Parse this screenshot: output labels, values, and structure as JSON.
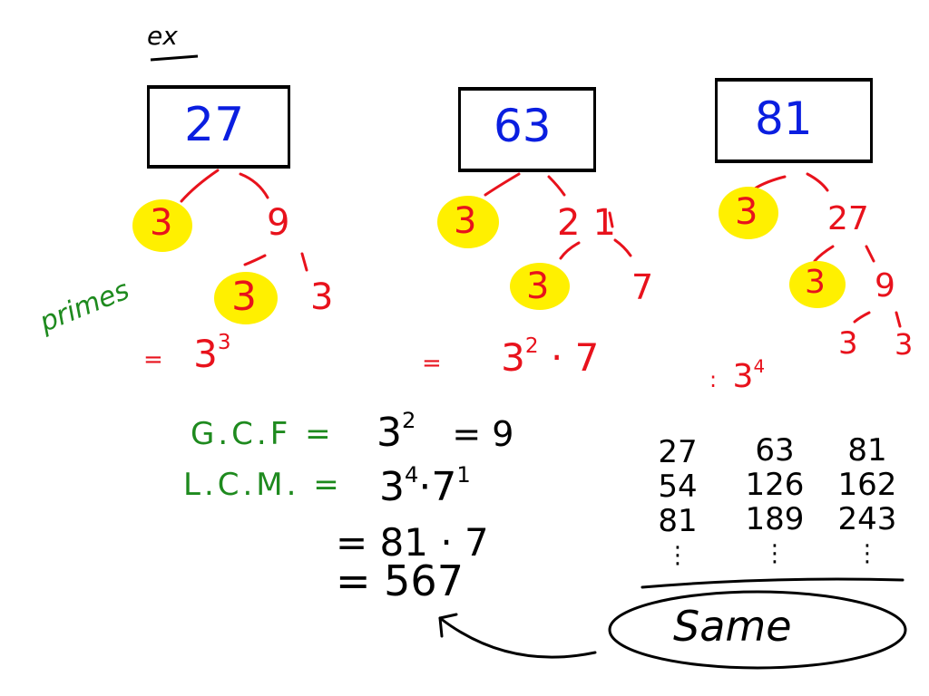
{
  "heading": "ex",
  "side_label": "primes",
  "trees": [
    {
      "root": "27",
      "nodes": [
        "3",
        "9",
        "3",
        "3"
      ],
      "result_eq": "=",
      "result_base": "3",
      "result_exp": "3"
    },
    {
      "root": "63",
      "nodes": [
        "3",
        "21",
        "3",
        "7"
      ],
      "result_eq": "=",
      "result_base": "3",
      "result_exp": "2",
      "result_rest": "· 7"
    },
    {
      "root": "81",
      "nodes": [
        "3",
        "27",
        "3",
        "9",
        "3",
        "3"
      ],
      "result_eq": ":",
      "result_base": "3",
      "result_exp": "4"
    }
  ],
  "gcf": {
    "label": "G.C.F =",
    "base": "3",
    "exp": "2",
    "rest": "= 9"
  },
  "lcm": {
    "label": "L.C.M. =",
    "base1": "3",
    "exp1": "4",
    "dot": "·",
    "base2": "7",
    "exp2": "1",
    "line2": "= 81 · 7",
    "line3": "= 567"
  },
  "multiples": {
    "columns": [
      [
        "27",
        "54",
        "81",
        "⋮"
      ],
      [
        "63",
        "126",
        "189",
        "⋮"
      ],
      [
        "81",
        "162",
        "243",
        "⋮"
      ]
    ],
    "oval_label": "Same"
  },
  "colors": {
    "root_numbers": "#0a1ee0",
    "factor_tree": "#e8121c",
    "labels": "#1e8a1e",
    "highlight": "#fff000",
    "ink": "#000000"
  }
}
